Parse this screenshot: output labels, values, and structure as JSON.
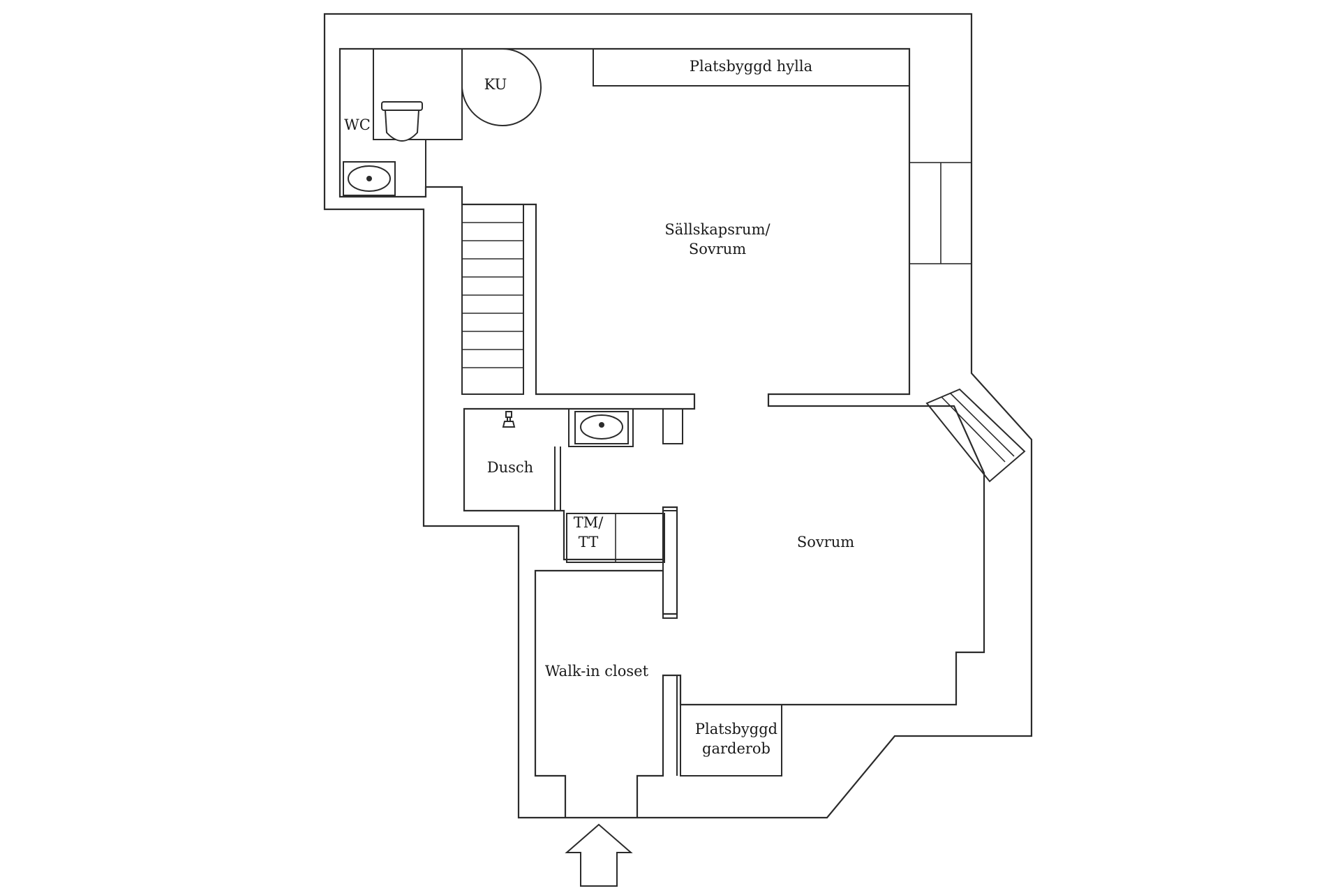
{
  "rooms": {
    "wc": "WC",
    "ku": "KU",
    "hylla": "Platsbyggd hylla",
    "sallskap_line1": "Sällskapsrum/",
    "sallskap_line2": "Sovrum",
    "dusch": "Dusch",
    "tmtt_line1": "TM/",
    "tmtt_line2": "TT",
    "sovrum": "Sovrum",
    "closet": "Walk-in closet",
    "garderob_line1": "Platsbyggd",
    "garderob_line2": "garderob"
  },
  "colors": {
    "line": "#2b2b2b",
    "background": "#ffffff"
  },
  "icons": {
    "entrance": "entrance-arrow-icon",
    "toilet": "toilet-icon",
    "sink": "sink-icon",
    "shower_head": "shower-head-icon"
  }
}
